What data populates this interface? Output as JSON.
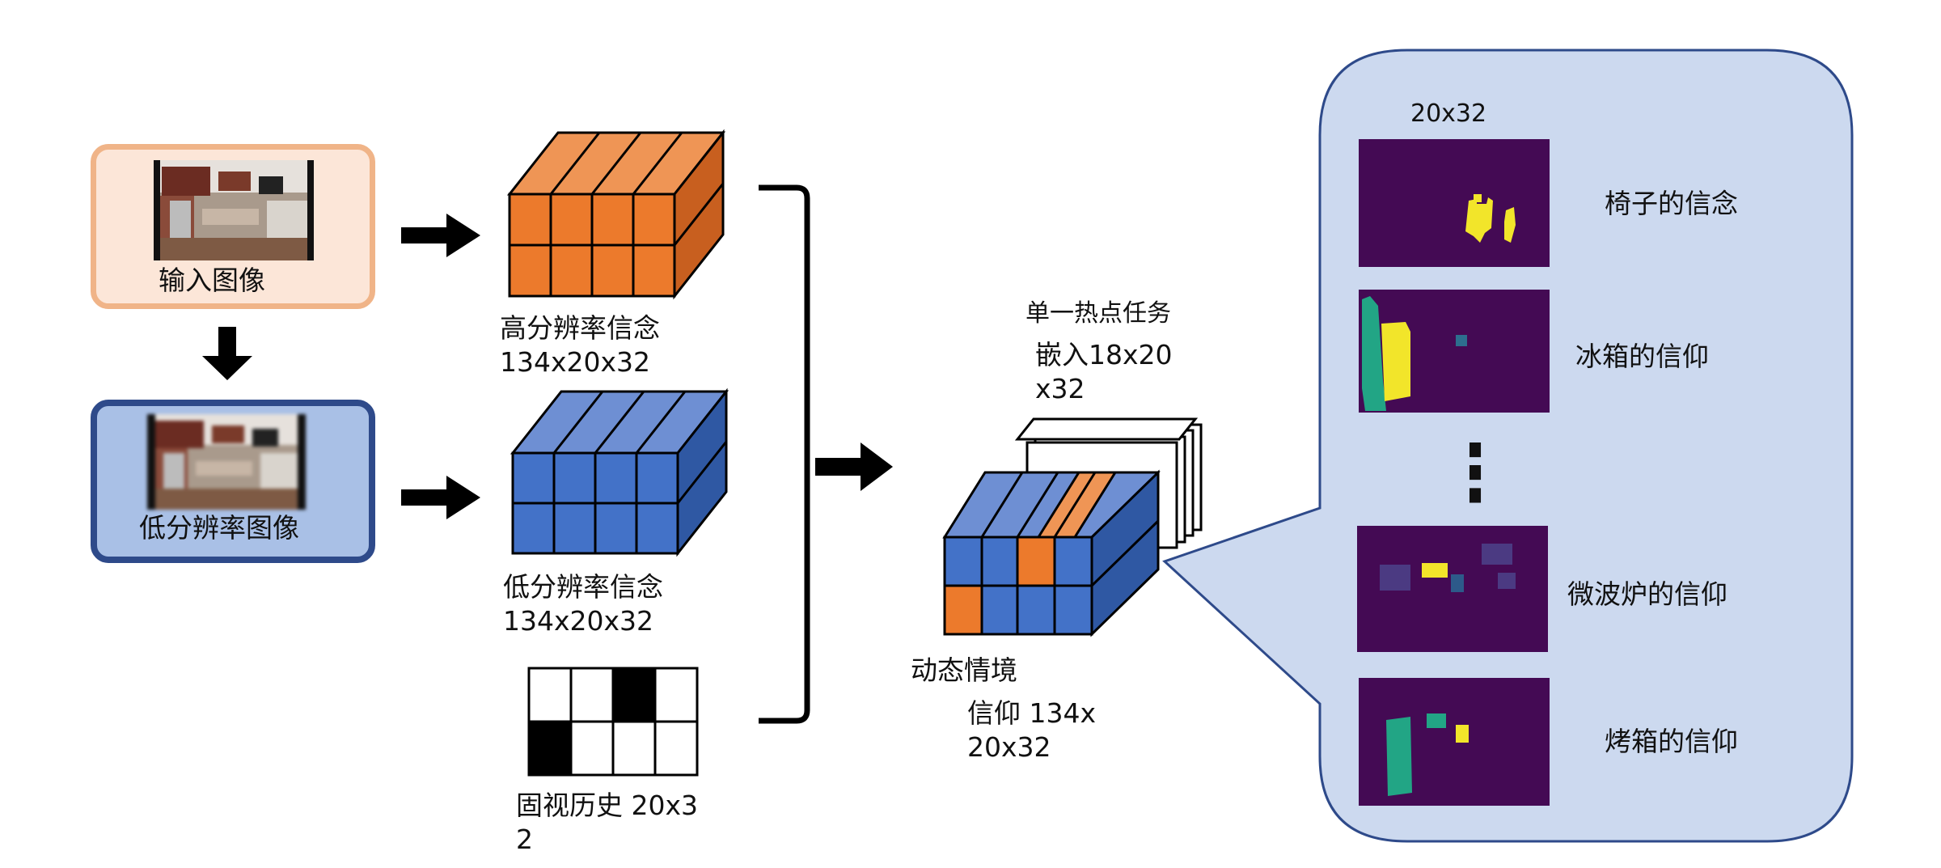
{
  "input": {
    "input_image_label": "输入图像",
    "low_res_image_label": "低分辨率图像"
  },
  "belief_blocks": {
    "high_res_label_line1": "高分辨率信念",
    "high_res_label_line2": "134x20x32",
    "low_res_label_line1": "低分辨率信念",
    "low_res_label_line2": "134x20x32",
    "fixation_label_line1": "固视历史 20x3",
    "fixation_label_line2": "2",
    "fixation_grid": [
      [
        0,
        0,
        1,
        0
      ],
      [
        1,
        0,
        0,
        0
      ]
    ]
  },
  "task": {
    "line1": "单一热点任务",
    "line2": "嵌入18x20",
    "line3": "x32"
  },
  "context": {
    "line1": "动态情境",
    "line2": "信仰 134x",
    "line3": "20x32"
  },
  "panel": {
    "size_label": "20x32",
    "ellipsis": "⋮",
    "items": [
      {
        "label": "椅子的信念"
      },
      {
        "label": "冰箱的信仰"
      },
      {
        "label": "微波炉的信仰"
      },
      {
        "label": "烤箱的信仰"
      }
    ]
  },
  "colors": {
    "orange": "#e87f3a",
    "blue": "#4a72c4",
    "navy": "#2e4a8a",
    "panel_bg": "#ccd9ef",
    "heatmap_bg": "#440a54",
    "heatmap_yellow": "#f2e52a",
    "heatmap_teal": "#22a585"
  }
}
